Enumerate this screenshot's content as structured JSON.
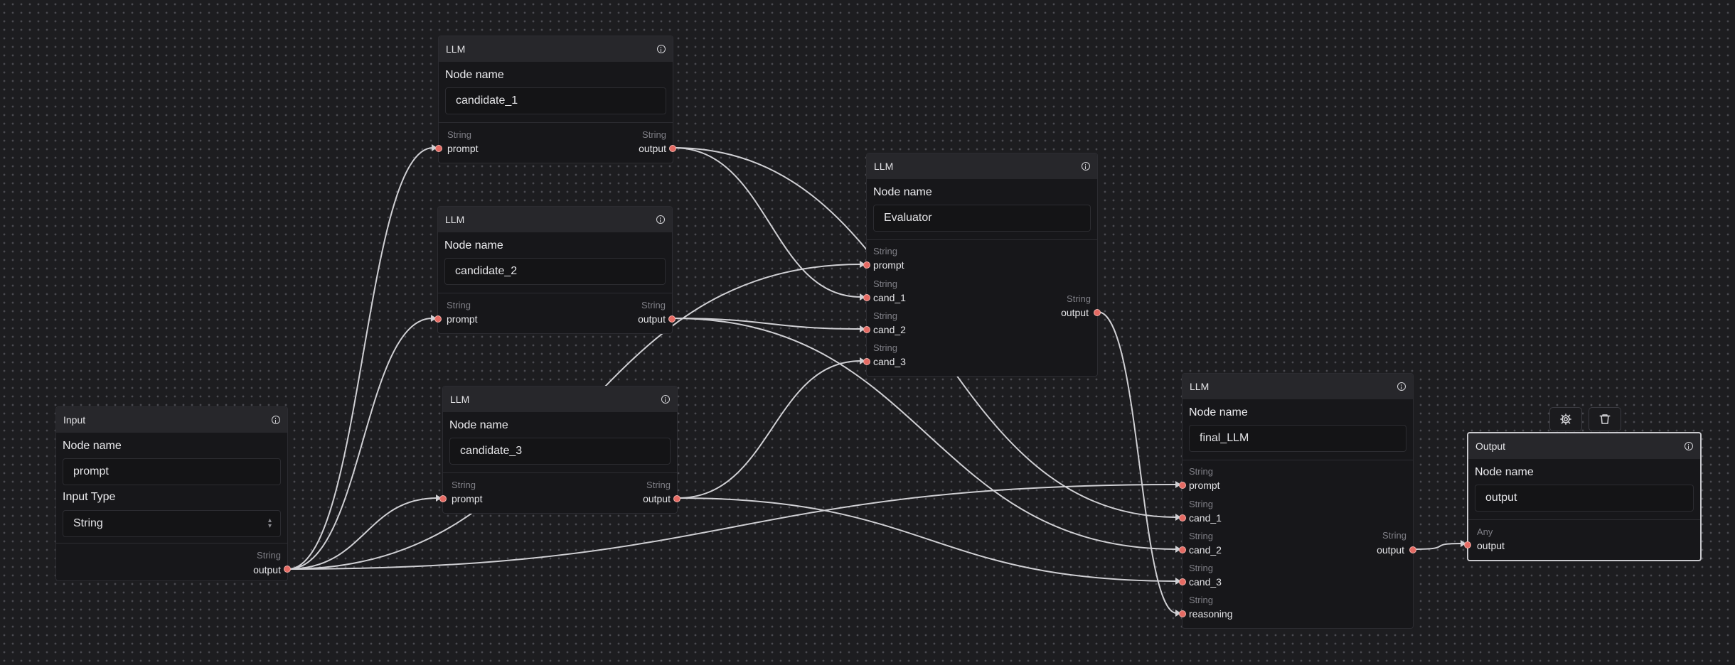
{
  "nodes": {
    "input": {
      "header": "Input",
      "node_name_label": "Node name",
      "node_name_value": "prompt",
      "input_type_label": "Input Type",
      "input_type_value": "String",
      "out_type": "String",
      "out_name": "output"
    },
    "candidate_1": {
      "header": "LLM",
      "node_name_label": "Node name",
      "node_name_value": "candidate_1",
      "in_type": "String",
      "in_name": "prompt",
      "out_type": "String",
      "out_name": "output"
    },
    "candidate_2": {
      "header": "LLM",
      "node_name_label": "Node name",
      "node_name_value": "candidate_2",
      "in_type": "String",
      "in_name": "prompt",
      "out_type": "String",
      "out_name": "output"
    },
    "candidate_3": {
      "header": "LLM",
      "node_name_label": "Node name",
      "node_name_value": "candidate_3",
      "in_type": "String",
      "in_name": "prompt",
      "out_type": "String",
      "out_name": "output"
    },
    "evaluator": {
      "header": "LLM",
      "node_name_label": "Node name",
      "node_name_value": "Evaluator",
      "inputs": [
        {
          "type": "String",
          "name": "prompt"
        },
        {
          "type": "String",
          "name": "cand_1"
        },
        {
          "type": "String",
          "name": "cand_2"
        },
        {
          "type": "String",
          "name": "cand_3"
        }
      ],
      "out_type": "String",
      "out_name": "output"
    },
    "final_llm": {
      "header": "LLM",
      "node_name_label": "Node name",
      "node_name_value": "final_LLM",
      "inputs": [
        {
          "type": "String",
          "name": "prompt"
        },
        {
          "type": "String",
          "name": "cand_1"
        },
        {
          "type": "String",
          "name": "cand_2"
        },
        {
          "type": "String",
          "name": "cand_3"
        },
        {
          "type": "String",
          "name": "reasoning"
        }
      ],
      "out_type": "String",
      "out_name": "output"
    },
    "output": {
      "header": "Output",
      "node_name_label": "Node name",
      "node_name_value": "output",
      "in_type": "Any",
      "in_name": "output"
    }
  },
  "toolbar": {
    "settings_icon": "gear-icon",
    "delete_icon": "trash-icon"
  },
  "colors": {
    "canvas": "#1d1d20",
    "node_bg": "#17171a",
    "header_bg": "#27272b",
    "port": "#e46a63",
    "edge": "#cfcfd3"
  },
  "edges": [
    {
      "from": "input.output",
      "to": "candidate_1.prompt"
    },
    {
      "from": "input.output",
      "to": "candidate_2.prompt"
    },
    {
      "from": "input.output",
      "to": "candidate_3.prompt"
    },
    {
      "from": "input.output",
      "to": "evaluator.prompt"
    },
    {
      "from": "input.output",
      "to": "final_llm.prompt"
    },
    {
      "from": "candidate_1.output",
      "to": "evaluator.cand_1"
    },
    {
      "from": "candidate_1.output",
      "to": "final_llm.cand_1"
    },
    {
      "from": "candidate_2.output",
      "to": "evaluator.cand_2"
    },
    {
      "from": "candidate_2.output",
      "to": "final_llm.cand_2"
    },
    {
      "from": "candidate_3.output",
      "to": "evaluator.cand_3"
    },
    {
      "from": "candidate_3.output",
      "to": "final_llm.cand_3"
    },
    {
      "from": "evaluator.output",
      "to": "final_llm.reasoning"
    },
    {
      "from": "final_llm.output",
      "to": "output.output"
    }
  ]
}
